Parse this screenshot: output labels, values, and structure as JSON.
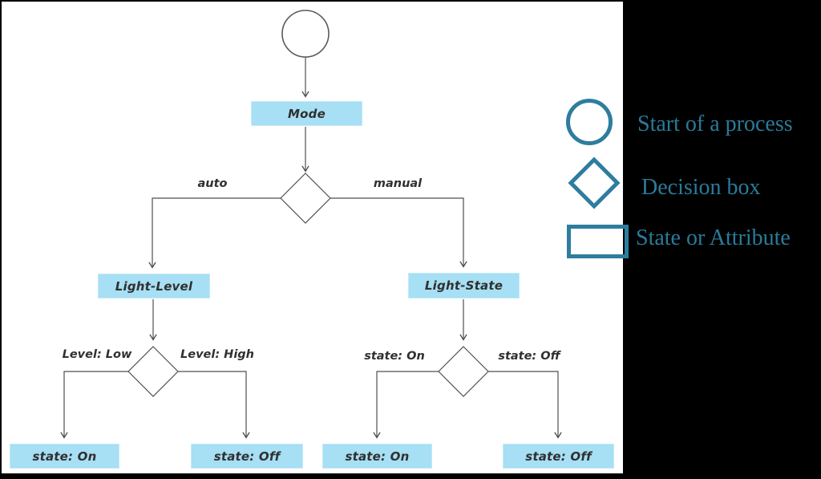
{
  "colors": {
    "background": "#000000",
    "panel": "#ffffff",
    "node_fill": "#a7dff4",
    "line": "#4f4f4f",
    "legend_accent": "#2e7d9e",
    "legend_text": "#2a7b9a",
    "node_text": "#303030"
  },
  "flowchart": {
    "nodes": {
      "mode": {
        "label": "Mode"
      },
      "light_level": {
        "label": "Light-Level"
      },
      "light_state": {
        "label": "Light-State"
      },
      "level_low_result": {
        "label": "state: On"
      },
      "level_high_result": {
        "label": "state: Off"
      },
      "state_on_result": {
        "label": "state: On"
      },
      "state_off_result": {
        "label": "state: Off"
      }
    },
    "edge_labels": {
      "auto": "auto",
      "manual": "manual",
      "level_low": "Level: Low",
      "level_high": "Level: High",
      "state_on": "state: On",
      "state_off": "state: Off"
    }
  },
  "legend": {
    "items": [
      {
        "shape": "circle",
        "label": "Start of a process"
      },
      {
        "shape": "diamond",
        "label": "Decision box"
      },
      {
        "shape": "rectangle",
        "label": "State or Attribute"
      }
    ]
  }
}
